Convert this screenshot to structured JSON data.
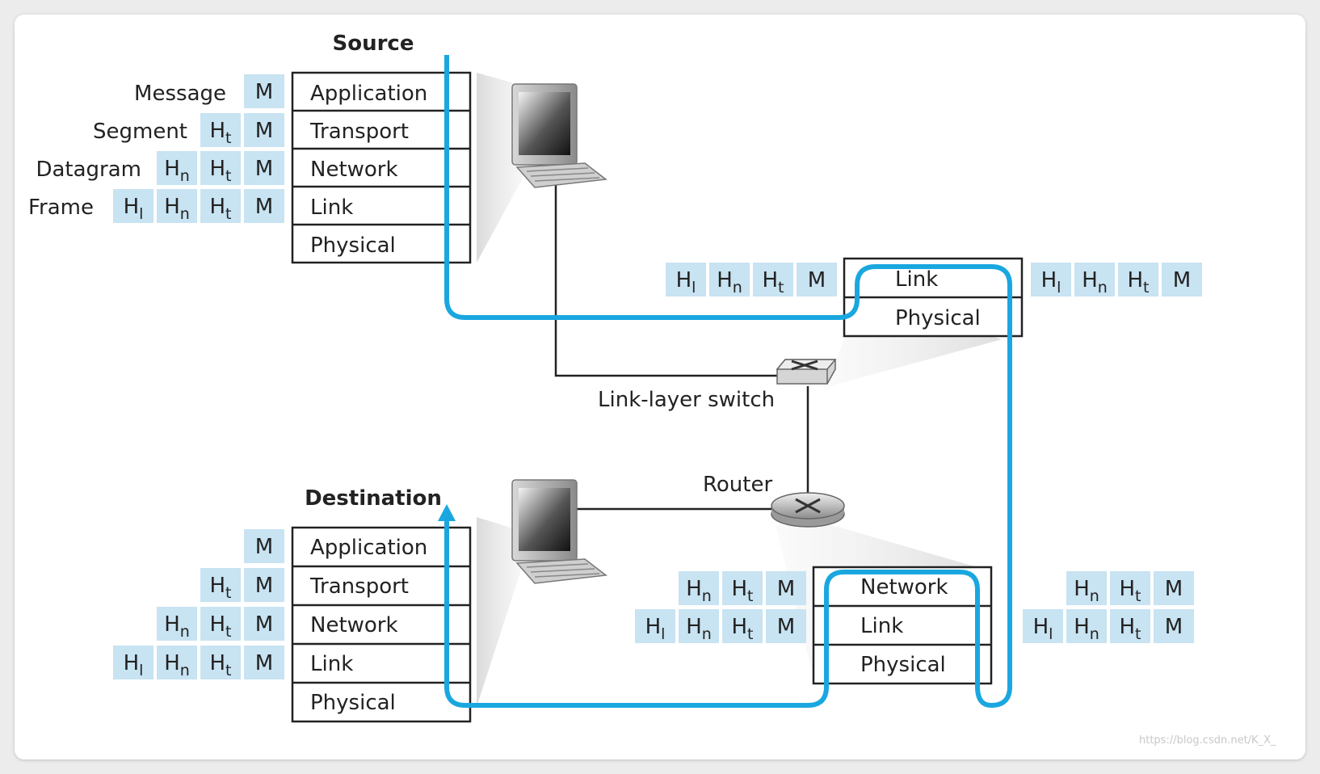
{
  "titles": {
    "source": "Source",
    "destination": "Destination"
  },
  "packet_labels": {
    "message": "Message",
    "segment": "Segment",
    "datagram": "Datagram",
    "frame": "Frame"
  },
  "layers": {
    "application": "Application",
    "transport": "Transport",
    "network": "Network",
    "link": "Link",
    "physical": "Physical"
  },
  "headers": {
    "h": "H",
    "t_sub": "t",
    "n_sub": "n",
    "l_sub": "l",
    "message": "M"
  },
  "devices": {
    "switch": "Link-layer switch",
    "router": "Router"
  },
  "watermark": "https://blog.csdn.net/K_X_",
  "colors": {
    "cell_fill": "#c8e3f2",
    "path_line": "#1aa7e0",
    "box_stroke": "#222222",
    "wire": "#222222"
  }
}
